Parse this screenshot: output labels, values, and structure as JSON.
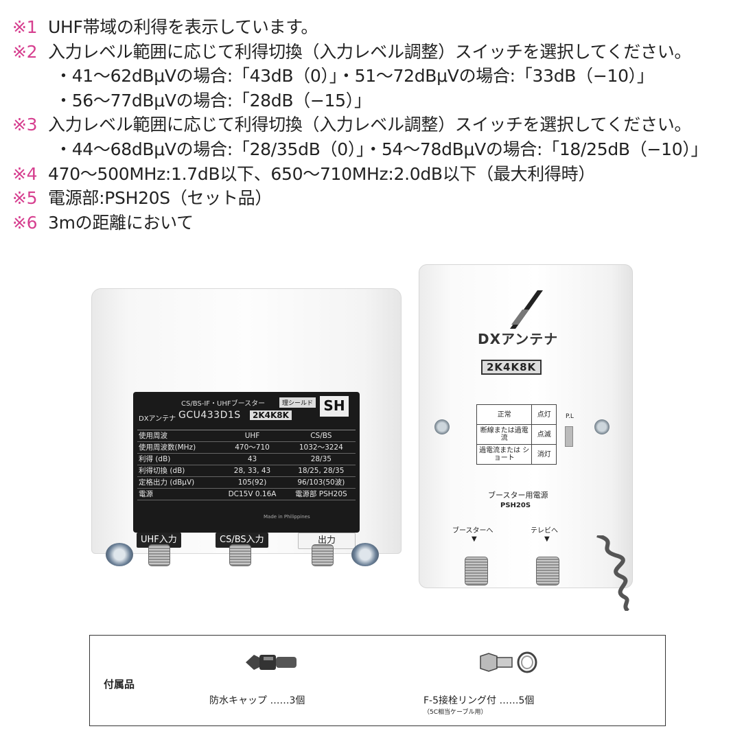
{
  "notes": [
    {
      "mark": "※1",
      "text": "UHF帯域の利得を表示しています。"
    },
    {
      "mark": "※2",
      "text": "入力レベル範囲に応じて利得切換（入力レベル調整）スイッチを選択してください。"
    },
    {
      "mark": "",
      "text": "・41～62dBμVの場合:「43dB（0）」・51～72dBμVの場合:「33dB（−10）」"
    },
    {
      "mark": "",
      "text": "・56～77dBμVの場合:「28dB（−15）」"
    },
    {
      "mark": "※3",
      "text": "入力レベル範囲に応じて利得切換（入力レベル調整）スイッチを選択してください。"
    },
    {
      "mark": "",
      "text": "・44～68dBμVの場合:「28/35dB（0）」・54～78dBμVの場合:「18/25dB（−10）」"
    },
    {
      "mark": "※4",
      "text": "470～500MHz:1.7dB以下、650～710MHz:2.0dB以下（最大利得時）"
    },
    {
      "mark": "※5",
      "text": "電源部:PSH20S（セット品）"
    },
    {
      "mark": "※6",
      "text": "3mの距離において"
    }
  ],
  "booster": {
    "plate_title": "CS/BS-IF・UHFブースター",
    "plate_badge": "理シールド",
    "plate_sh": "SH",
    "plate_brand": "DXアンテナ",
    "plate_model": "GCU433D1S",
    "plate_k": "2K4K8K",
    "plate_rows": [
      [
        "使用周波",
        "UHF",
        "CS/BS"
      ],
      [
        "使用周波数(MHz)",
        "470～710",
        "1032～3224"
      ],
      [
        "利得 (dB)",
        "43",
        "28/35"
      ],
      [
        "利得切換 (dB)",
        "28, 33, 43",
        "18/25, 28/35"
      ],
      [
        "定格出力 (dBμV)",
        "105(92)",
        "96/103(50波)"
      ],
      [
        "電源",
        "DC15V 0.16A",
        "電源部 PSH20S"
      ]
    ],
    "plate_foot": "Made in Philippines",
    "port_uhf": "UHF入力",
    "port_csbs": "CS/BS入力",
    "port_out": "出力"
  },
  "psu": {
    "brand": "DXアンテナ",
    "k_badge": "2K4K8K",
    "led_rows": [
      [
        "正常",
        "点灯"
      ],
      [
        "断線または過電流",
        "点滅"
      ],
      [
        "過電流または ショート",
        "消灯"
      ]
    ],
    "pl": "P.L",
    "name": "ブースター用電源",
    "model": "PSH20S",
    "out_booster": "ブースターへ",
    "out_tv": "テレビへ",
    "arrow": "▼"
  },
  "accessories": {
    "title": "付属品",
    "item1": "防水キャップ ……3個",
    "item2": "F-5接栓リング付 ……5個",
    "item2_note": "（5C相当ケーブル用）"
  }
}
